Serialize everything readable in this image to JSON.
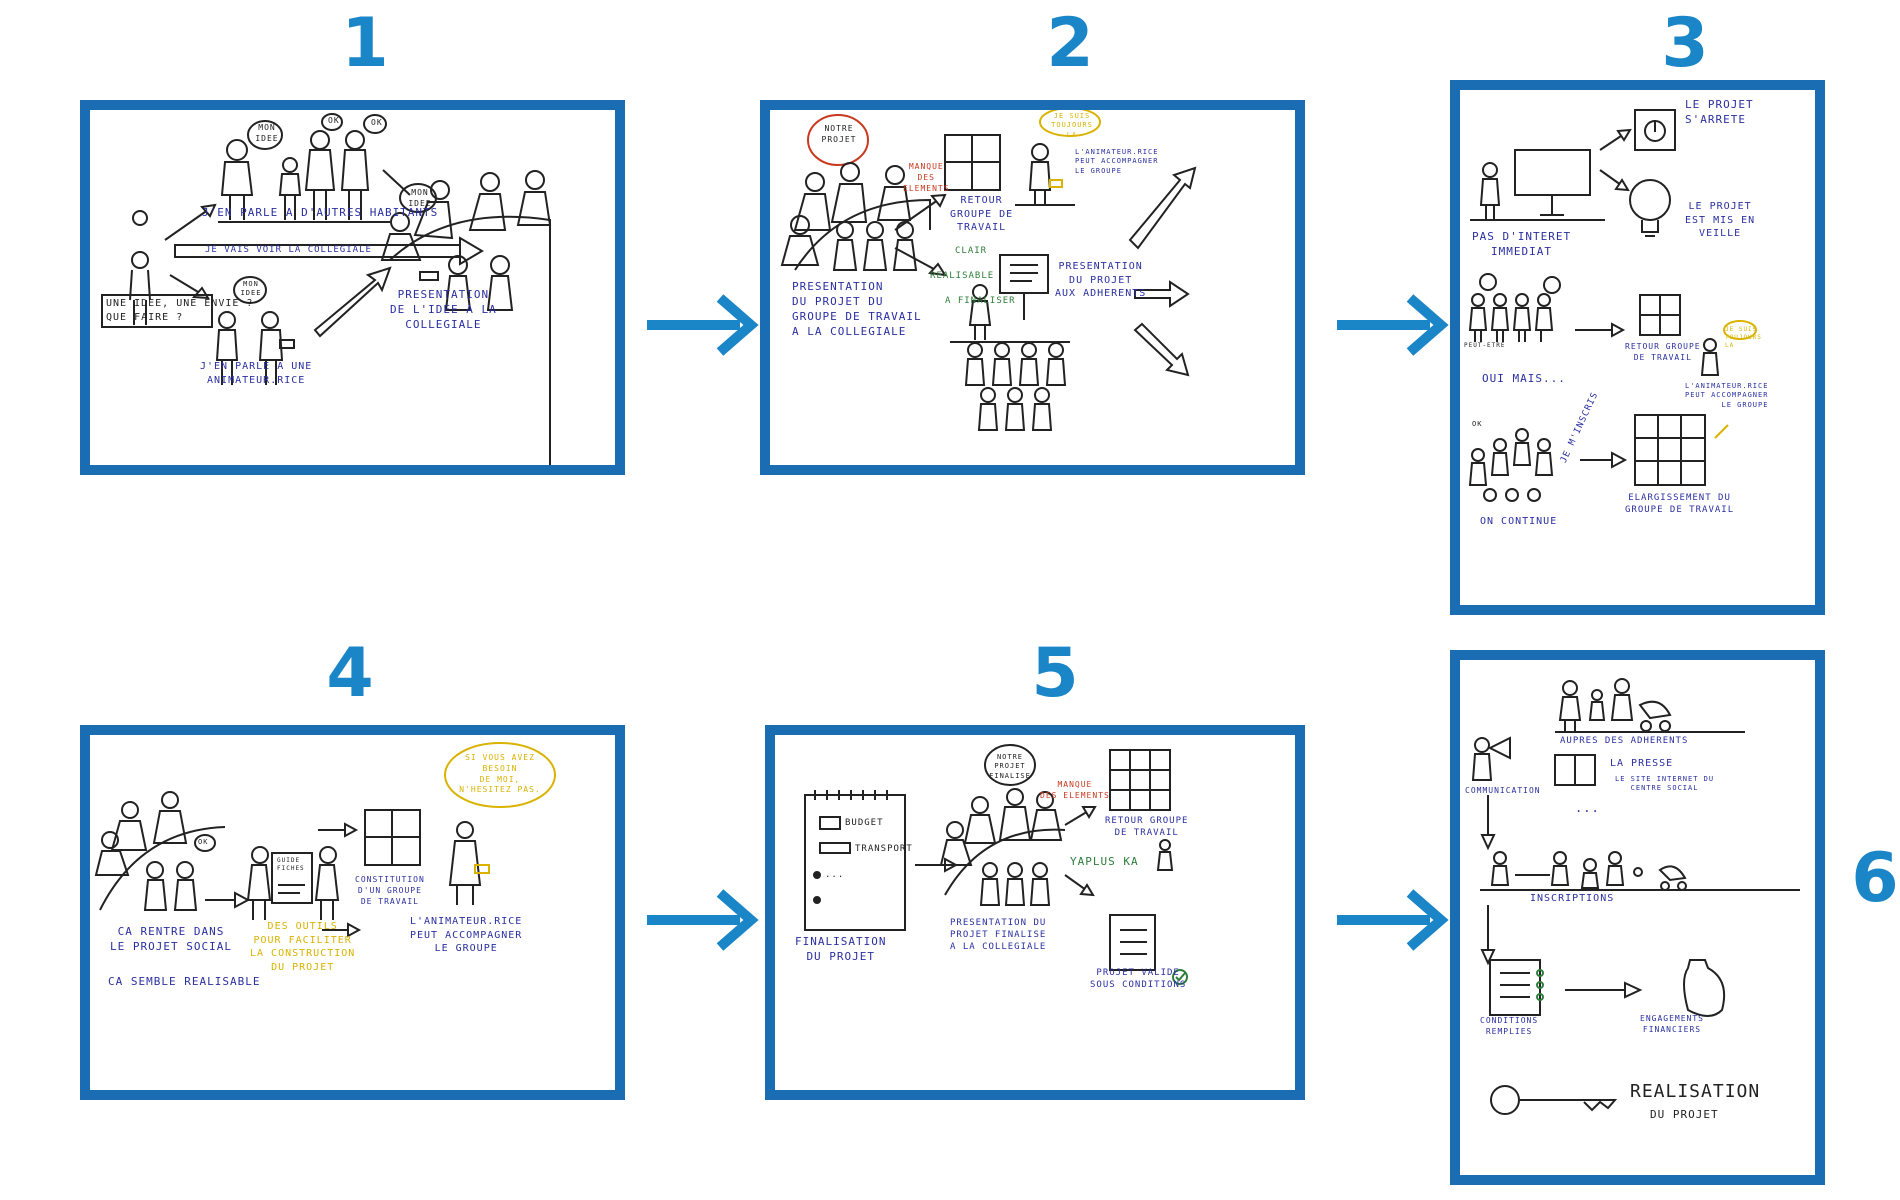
{
  "steps": {
    "n1": "1",
    "n2": "2",
    "n3": "3",
    "n4": "4",
    "n5": "5",
    "n6": "6"
  },
  "p1": {
    "bubble_mon_idee": "Mon idee",
    "bubble_ok_a": "OK",
    "bubble_ok_b": "OK",
    "bubble_mon_idee_2": "Mon idee",
    "bubble_mon_idee_3": "Mon idee",
    "question": "Une idee, une envie ?\nQue faire ?",
    "habitants": "J'en parle a d'autres habitants",
    "collegiale": "Je vais voir la collegiale",
    "animateur": "J'en parle a une\nanimateur.rice",
    "presentation": "Presentation\nde l'idee a la\ncollegiale"
  },
  "p2": {
    "bubble_notre_projet": "Notre projet",
    "bubble_toujours": "Je suis toujours la",
    "manque": "Manque\ndes\nelements",
    "retour": "Retour\ngroupe de\ntravail",
    "animateur": "L'animateur.rice\npeut accompagner\nle groupe",
    "clair": "Clair",
    "realisable": "Realisable",
    "a_finaliser": "A finaliser",
    "presentation_collegiale": "Presentation\ndu projet du\ngroupe de travail\na la collegiale",
    "presentation_adherents": "Presentation\ndu projet\naux adherents"
  },
  "p3": {
    "arrete": "Le projet\ns'arrete",
    "veille": "Le projet\nest mis en\nveille",
    "pas_interet": "Pas d'interet\nimmediat",
    "oui_mais": "Oui mais...",
    "peut_etre": "Peut-etre",
    "retour": "Retour groupe\nde travail",
    "toujours": "Je suis toujours la",
    "animateur": "L'animateur.rice\npeut accompagner\nle groupe",
    "on_continue": "On continue",
    "je_minscris": "Je m'inscris",
    "elargissement": "Elargissement du\ngroupe de travail",
    "ok": "OK"
  },
  "p4": {
    "bubble_ok": "OK",
    "bubble_help": "Si vous avez besoin\nde moi,\nn'hesitez pas.",
    "rentre": "Ca rentre dans\nle projet social",
    "semble": "Ca semble realisable",
    "guide": "Guide\nfiches",
    "outils": "Des outils\npour faciliter\nla construction\ndu projet",
    "constitution": "Constitution\nd'un groupe\nde travail",
    "animateur": "L'animateur.rice\npeut accompagner\nle groupe"
  },
  "p5": {
    "budget": "Budget",
    "transport": "Transport",
    "dots": "...",
    "finalisation": "Finalisation\ndu projet",
    "bubble_finalise": "Notre projet finalise",
    "presentation": "Presentation du\nprojet finalise\na la collegiale",
    "manque": "Manque\ndes elements",
    "retour": "Retour groupe\nde travail",
    "yaplus": "Yaplus Ka",
    "valide": "Projet valide\nsous conditions"
  },
  "p6": {
    "adherents": "Aupres des adherents",
    "communication": "Communication",
    "presse": "La presse",
    "site": "Le site internet du\ncentre social",
    "dots": "...",
    "inscriptions": "Inscriptions",
    "conditions": "Conditions\nremplies",
    "engagements": "Engagements\nfinanciers",
    "realisation": "Realisation",
    "du_projet": "du projet"
  },
  "colors": {
    "frame": "#1a6cb3",
    "step_number": "#1a85c7",
    "flow_arrow": "#1a85c7",
    "text_blue": "#2a2fa0",
    "text_red": "#c8391f",
    "text_green": "#2e7d3a",
    "text_yellow": "#d9b300"
  }
}
